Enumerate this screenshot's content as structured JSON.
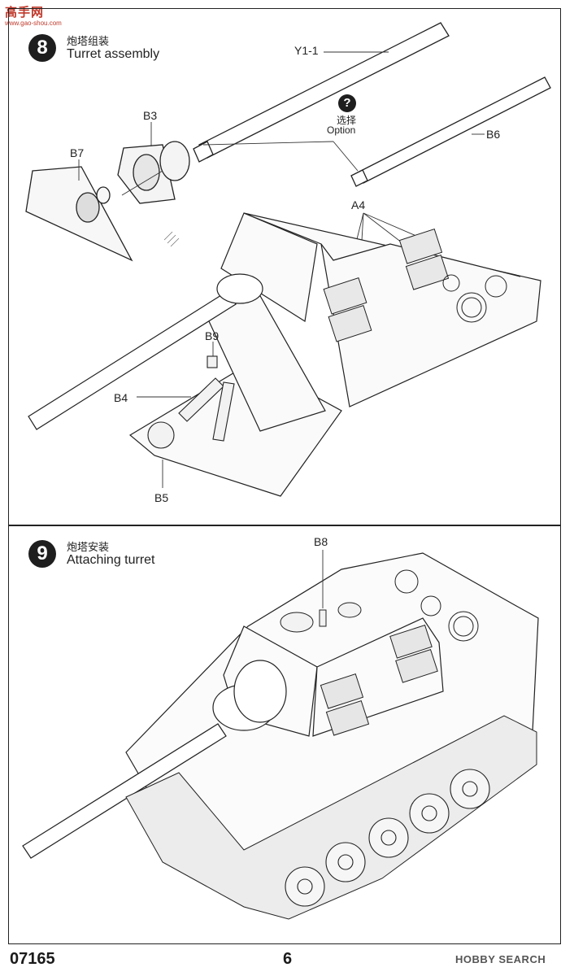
{
  "watermark": {
    "site_cn": "高手网",
    "url": "www.gao-shou.com"
  },
  "step8": {
    "number": "8",
    "title_cn": "炮塔组装",
    "title_en": "Turret assembly",
    "labels": {
      "y1": "Y1-1",
      "b3": "B3",
      "b7": "B7",
      "b6": "B6",
      "a4": "A4",
      "b9": "B9",
      "b4": "B4",
      "b5": "B5"
    },
    "option_icon": "?",
    "option_cn": "选择",
    "option_en": "Option"
  },
  "step9": {
    "number": "9",
    "title_cn": "炮塔安装",
    "title_en": "Attaching turret",
    "labels": {
      "b8": "B8"
    }
  },
  "footer": {
    "code": "07165",
    "page": "6",
    "brand": "HOBBY SEARCH"
  }
}
